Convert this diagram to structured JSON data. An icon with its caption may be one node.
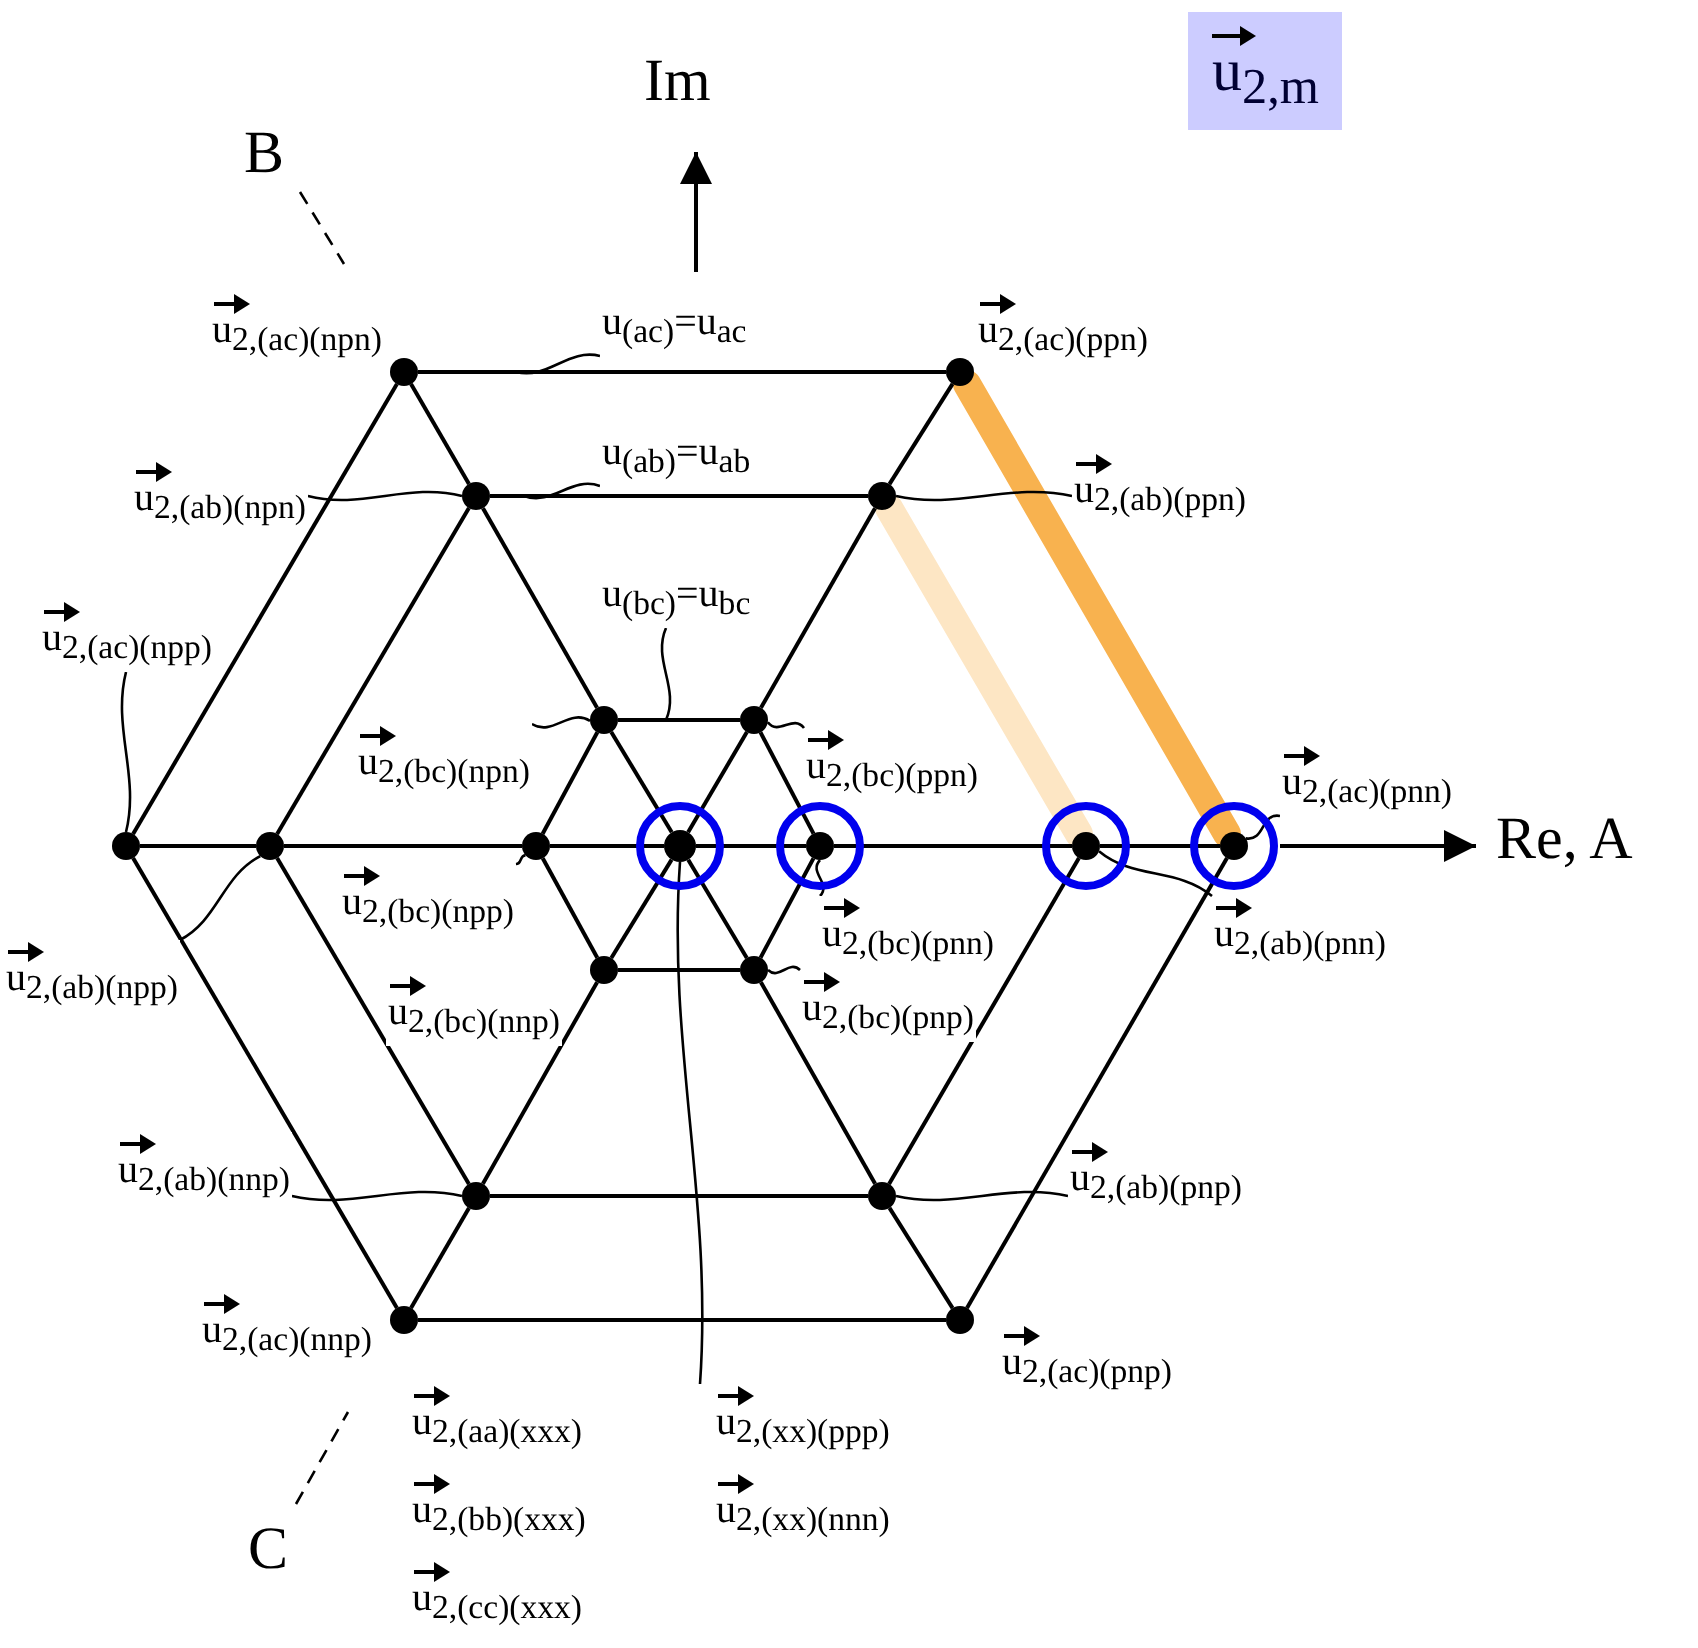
{
  "diagram": {
    "nodes": [
      {
        "text": [
          "u$_{2,m}$"
        ]
      },
      {
        "text": [],
        "shape": "circle"
      },
      {
        "text": [],
        "shape": "circle"
      },
      {
        "text": [],
        "shape": "circle"
      },
      {
        "text": [],
        "shape": "circle"
      },
      {
        "text": [],
        "shape": "circle"
      },
      {
        "text": [],
        "shape": "circle"
      },
      {
        "text": [],
        "shape": "circle"
      },
      {
        "text": [],
        "shape": "circle"
      },
      {
        "text": [],
        "shape": "circle"
      },
      {
        "text": [],
        "shape": "circle"
      },
      {
        "text": [],
        "shape": "circle"
      },
      {
        "text": [],
        "shape": "circle"
      },
      {
        "text": [],
        "shape": "circle"
      },
      {
        "text": [],
        "shape": "circle"
      },
      {
        "text": [],
        "shape": "circle"
      },
      {
        "text": [],
        "shape": "circle"
      },
      {
        "text": [],
        "shape": "circle"
      },
      {
        "text": [],
        "shape": "circle"
      },
      {
        "text": [],
        "shape": "circle"
      },
      {
        "text": [
          "u$_{2,(ac)(npn)}$"
        ]
      },
      {
        "text": [
          "u$_{(ac)}$=u$_{ac}$"
        ]
      },
      {
        "text": [
          "u$_{2,(ac)(ppn)}$"
        ]
      },
      {
        "text": [
          "u$_{2,(ab)(npn)}$"
        ]
      },
      {
        "text": [
          "u$_{(ab)}$=u$_{ab}$"
        ]
      },
      {
        "text": [
          "u$_{2,(ab)(ppn)}$"
        ]
      },
      {
        "text": [
          "u$_{(bc)}$=u$_{bc}$"
        ]
      },
      {
        "text": [
          "u$_{2,(ac)(npp)}$"
        ]
      },
      {
        "text": [
          "u$_{2,(bc)(npn)}$"
        ]
      },
      {
        "text": [
          "u$_{2,(bc)(ppn)}$"
        ]
      },
      {
        "text": [
          "u$_{2,(ac)(pnn)}$"
        ]
      },
      {
        "text": [
          "u$_{2,(ab)(npp)}$"
        ]
      },
      {
        "text": [
          "u$_{2,(bc)(npp)}$"
        ]
      },
      {
        "text": [
          "u$_{2,(bc)(pnn)}$"
        ]
      },
      {
        "text": [
          "u$_{2,(ab)(pnn)}$"
        ]
      },
      {
        "text": [
          "u$_{2,(bc)(nnp)}$"
        ]
      },
      {
        "text": [
          "u$_{2,(bc)(pnp)}$"
        ]
      },
      {
        "text": [
          "u$_{2,(ab)(nnp)}$"
        ]
      },
      {
        "text": [
          "u$_{2,(ab)(pnp)}$"
        ]
      },
      {
        "text": [
          "u$_{2,(ac)(nnp)}$"
        ]
      },
      {
        "text": [
          "u$_{2,(ac)(pnp)}$"
        ]
      },
      {
        "text": [
          "u$_{2,(aa)(xxx)}$",
          "u$_{2,(xx)(ppp)}$",
          "u$_{2,(bb)(xxx)}$",
          "u$_{2,(xx)(nnn)}$",
          "u$_{2,(cc)(xxx)}$"
        ]
      }
    ],
    "edges": [
      {
        "from": 1,
        "to": 2,
        "arrow": "none"
      },
      {
        "from": 3,
        "to": 4,
        "arrow": "none"
      },
      {
        "from": 5,
        "to": 6,
        "arrow": "none"
      },
      {
        "from": 14,
        "to": 15,
        "arrow": "none"
      },
      {
        "from": 16,
        "to": 17,
        "arrow": "none"
      },
      {
        "from": 18,
        "to": 19,
        "arrow": "none"
      },
      {
        "from": 7,
        "to": 8,
        "arrow": "none"
      },
      {
        "from": 8,
        "to": 9,
        "arrow": "none"
      },
      {
        "from": 9,
        "to": 10,
        "arrow": "none"
      },
      {
        "from": 10,
        "to": 11,
        "arrow": "none"
      },
      {
        "from": 11,
        "to": 12,
        "arrow": "none"
      },
      {
        "from": 12,
        "to": 13,
        "arrow": "none"
      },
      {
        "from": 1,
        "to": 3,
        "arrow": "none"
      },
      {
        "from": 3,
        "to": 5,
        "arrow": "none"
      },
      {
        "from": 5,
        "to": 10,
        "arrow": "none"
      },
      {
        "from": 10,
        "to": 15,
        "arrow": "none"
      },
      {
        "from": 15,
        "to": 17,
        "arrow": "none"
      },
      {
        "from": 17,
        "to": 19,
        "arrow": "none"
      },
      {
        "from": 2,
        "to": 4,
        "arrow": "none"
      },
      {
        "from": 4,
        "to": 6,
        "arrow": "none"
      },
      {
        "from": 6,
        "to": 10,
        "arrow": "none"
      },
      {
        "from": 10,
        "to": 14,
        "arrow": "none"
      },
      {
        "from": 14,
        "to": 16,
        "arrow": "none"
      },
      {
        "from": 16,
        "to": 18,
        "arrow": "none"
      },
      {
        "from": 1,
        "to": 7,
        "arrow": "none"
      },
      {
        "from": 7,
        "to": 18,
        "arrow": "none"
      },
      {
        "from": 2,
        "to": 13,
        "arrow": "none",
        "style": "thick",
        "color": "#f8b24f"
      },
      {
        "from": 13,
        "to": 19,
        "arrow": "none"
      },
      {
        "from": 3,
        "to": 8,
        "arrow": "none"
      },
      {
        "from": 8,
        "to": 16,
        "arrow": "none"
      },
      {
        "from": 4,
        "to": 12,
        "arrow": "none",
        "style": "thick",
        "color": "#fde6c4"
      },
      {
        "from": 12,
        "to": 17,
        "arrow": "none"
      },
      {
        "from": 5,
        "to": 9,
        "arrow": "none"
      },
      {
        "from": 9,
        "to": 14,
        "arrow": "none"
      },
      {
        "from": 6,
        "to": 11,
        "arrow": "none"
      },
      {
        "from": 11,
        "to": 15,
        "arrow": "none"
      },
      {
        "from": 21,
        "to": null,
        "arrow": "none"
      },
      {
        "from": 23,
        "to": 3,
        "arrow": "none"
      },
      {
        "from": 24,
        "to": null,
        "arrow": "none"
      },
      {
        "from": 25,
        "to": 4,
        "arrow": "none"
      },
      {
        "from": 26,
        "to": null,
        "arrow": "none"
      },
      {
        "from": 27,
        "to": 7,
        "arrow": "none"
      },
      {
        "from": 28,
        "to": 5,
        "arrow": "none"
      },
      {
        "from": 29,
        "to": 6,
        "arrow": "none"
      },
      {
        "from": 30,
        "to": 13,
        "arrow": "none"
      },
      {
        "from": 31,
        "to": 8,
        "arrow": "none"
      },
      {
        "from": 32,
        "to": 9,
        "arrow": "none"
      },
      {
        "from": 33,
        "to": 11,
        "arrow": "none"
      },
      {
        "from": 34,
        "to": 12,
        "arrow": "none"
      },
      {
        "from": 36,
        "to": 15,
        "arrow": "none"
      },
      {
        "from": 37,
        "to": 16,
        "arrow": "none"
      },
      {
        "from": 38,
        "to": 17,
        "arrow": "none"
      },
      {
        "from": 41,
        "to": 10,
        "arrow": "none"
      }
    ],
    "labels": [
      "Im",
      "B",
      "Re, A",
      "C"
    ]
  }
}
